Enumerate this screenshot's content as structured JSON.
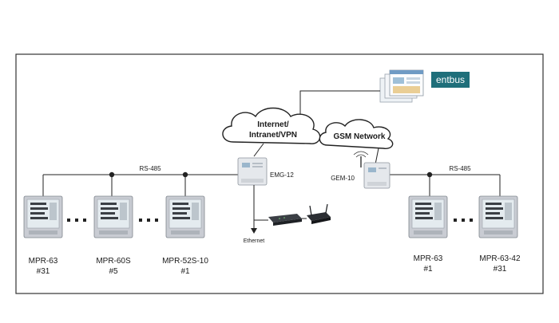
{
  "clouds": {
    "internet_line1": "Internet/",
    "internet_line2": "Intranet/VPN",
    "gsm": "GSM Network"
  },
  "brand": {
    "logo_text": "entbus"
  },
  "buses": {
    "left": "RS-485",
    "right": "RS-485"
  },
  "devices": {
    "emg": "EMG-12",
    "gem": "GEM-10",
    "ethernet": "Ethernet"
  },
  "meters": [
    {
      "model": "MPR-63",
      "id": "#31"
    },
    {
      "model": "MPR-60S",
      "id": "#5"
    },
    {
      "model": "MPR-52S-10",
      "id": "#1"
    },
    {
      "model": "MPR-63",
      "id": "#1"
    },
    {
      "model": "MPR-63-42",
      "id": "#31"
    }
  ],
  "colors": {
    "frame": "#333333",
    "line": "#222222",
    "meter_body": "#c9ccd3",
    "meter_screen": "#e4ebef",
    "logo_bg": "#1f6f7a",
    "logo_fg": "#ffffff"
  }
}
